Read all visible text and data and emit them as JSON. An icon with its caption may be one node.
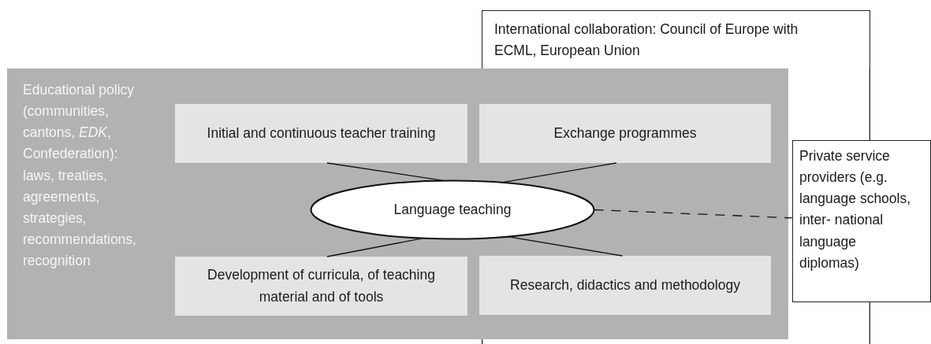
{
  "diagram": {
    "nodes": [
      {
        "text": [
          "International collaboration: Council of Europe with ECML, European Union"
        ]
      },
      {
        "text": [
          "Educational policy (communities, cantons, *EDK*, Confederation): laws, treaties, agreements, strategies, recommendations, recognition"
        ]
      },
      {
        "text": [
          "Initial and continuous teacher training"
        ],
        "in": 1
      },
      {
        "text": [
          "Exchange programmes"
        ],
        "in": 1
      },
      {
        "text": [
          "Language teaching"
        ],
        "in": 1
      },
      {
        "text": [
          "Development of curricula, of teaching material and of tools"
        ],
        "in": 1
      },
      {
        "text": [
          "Research, didactics and methodology"
        ],
        "in": 1
      },
      {
        "text": [
          "Private service providers (e.g. language schools, inter- national language diplomas)"
        ]
      }
    ],
    "edges": [
      {
        "from": 2,
        "to": 4,
        "arrow": "none"
      },
      {
        "from": 3,
        "to": 4,
        "arrow": "none"
      },
      {
        "from": 5,
        "to": 4,
        "arrow": "none"
      },
      {
        "from": 6,
        "to": 4,
        "arrow": "none"
      },
      {
        "from": 4,
        "to": 7,
        "arrow": "none",
        "style": "dashed"
      }
    ]
  }
}
